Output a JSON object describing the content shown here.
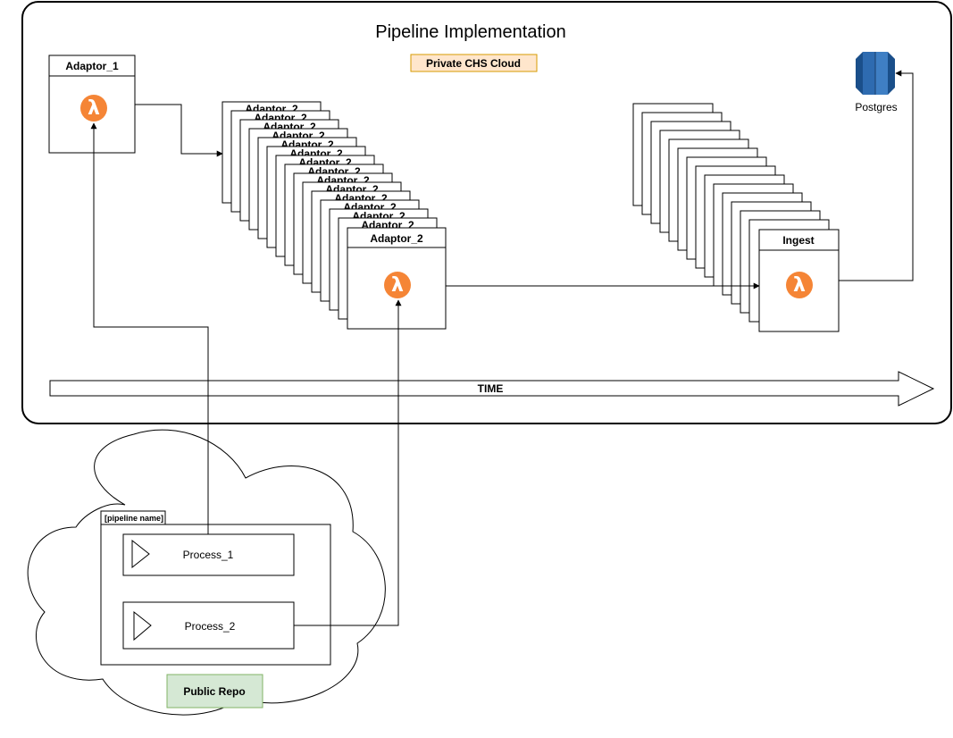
{
  "title": "Pipeline Implementation",
  "private_cloud_label": "Private CHS Cloud",
  "public_repo_label": "Public Repo",
  "time_label": "TIME",
  "adaptor_1": {
    "label": "Adaptor_1",
    "icon": "lambda-icon"
  },
  "adaptor_2": {
    "label": "Adaptor_2",
    "icon": "lambda-icon",
    "stack_label": "Adaptor_2"
  },
  "ingest": {
    "label": "Ingest",
    "icon": "lambda-icon"
  },
  "postgres": {
    "label": "Postgres",
    "icon": "database-icon"
  },
  "pipeline": {
    "label": "[pipeline name]",
    "processes": [
      {
        "label": "Process_1",
        "icon": "play-icon"
      },
      {
        "label": "Process_2",
        "icon": "play-icon"
      }
    ]
  },
  "colors": {
    "lambda": "#f58536",
    "private_cloud_fill": "#ffe6cc",
    "private_cloud_stroke": "#d79b00",
    "public_repo_fill": "#d5e8d4",
    "public_repo_stroke": "#82b366",
    "postgres_dark": "#1a4f8a",
    "postgres_light": "#3f7fc4"
  }
}
